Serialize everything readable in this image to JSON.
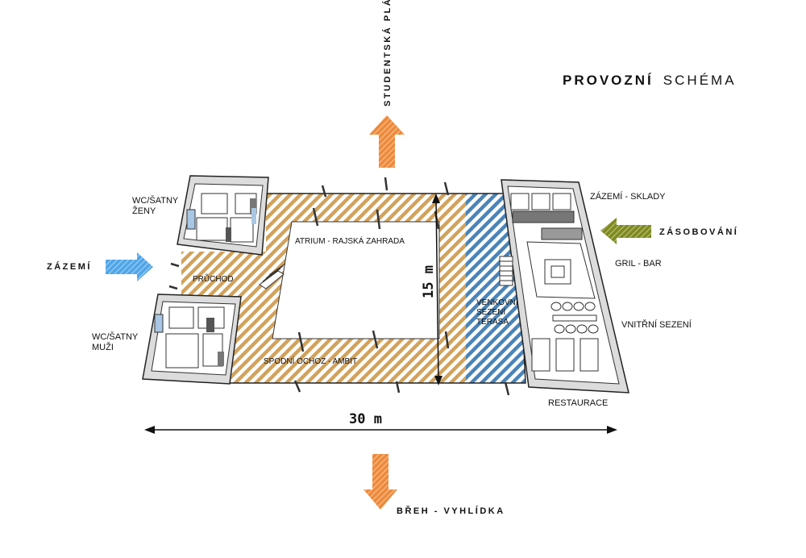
{
  "title": {
    "bold": "PROVOZNÍ",
    "regular": "SCHÉMA"
  },
  "directions": {
    "north": "STUDENTSKÁ PLÁŽ",
    "south": "BŘEH  -  VYHLÍDKA",
    "west": "ZÁZEMÍ",
    "east": "ZÁSOBOVÁNÍ"
  },
  "rooms": {
    "wc_zeny": [
      "WC/ŠATNY",
      "ŽENY"
    ],
    "wc_muzi": [
      "WC/ŠATNY",
      "MUŽI"
    ],
    "pruchod": "PRŮCHOD",
    "atrium": "ATRIUM - RAJSKÁ ZAHRADA",
    "ambit": "SPODNÍ OCHOZ - AMBIT",
    "terasa": [
      "VENKOVNÍ",
      "SEZENÍ",
      "TERASA"
    ],
    "sklady": "ZÁZEMÍ - SKLADY",
    "gril": "GRIL - BAR",
    "vnitrni": "VNITŘNÍ SEZENÍ",
    "restaurace": "RESTAURACE"
  },
  "dimensions": {
    "width": "30  m",
    "depth": "15  m"
  },
  "colors": {
    "ambit": "#d2a25c",
    "terasa": "#4a84b8",
    "arrow_north": "#ee8a3a",
    "arrow_south": "#ee8a3a",
    "arrow_west": "#4fa6e8",
    "arrow_east": "#7f8a1e"
  }
}
